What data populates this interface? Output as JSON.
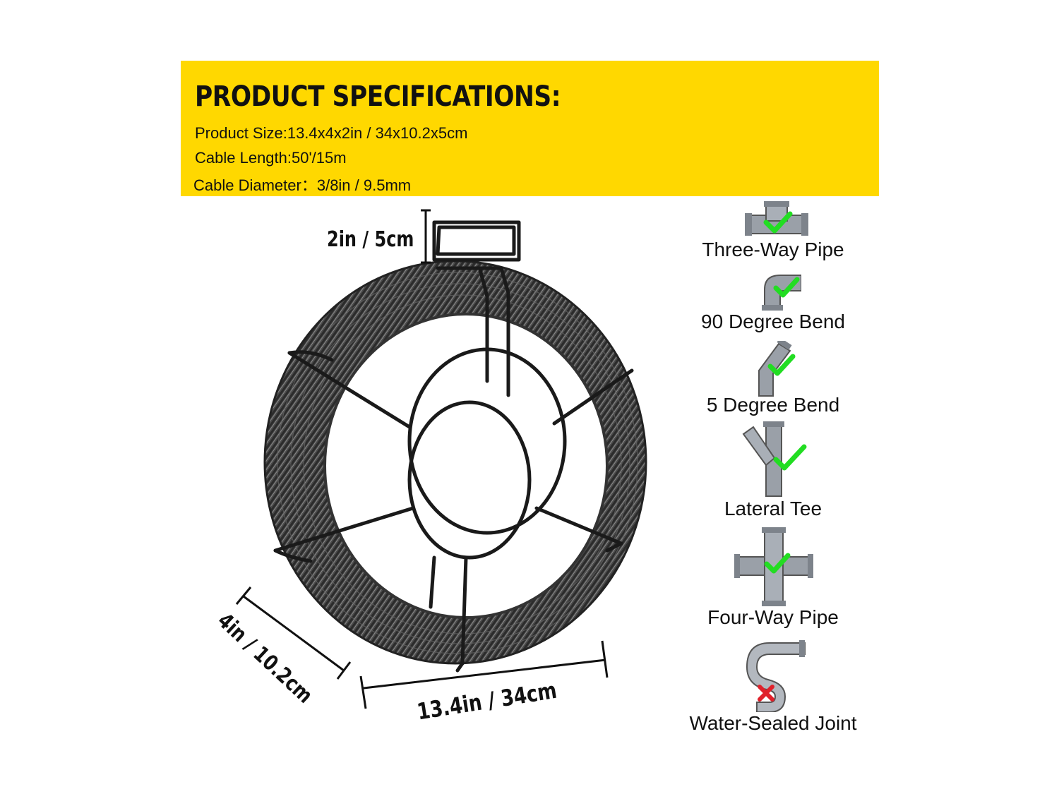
{
  "specs": {
    "title": "PRODUCT SPECIFICATIONS:",
    "product_size": "Product Size:13.4x4x2in / 34x10.2x5cm",
    "cable_length": "Cable Length:50'/15m",
    "cable_diameter": "Cable Diameter：3/8in / 9.5mm"
  },
  "dimensions": {
    "height": "2in / 5cm",
    "width": "13.4in / 34cm",
    "depth": "4in / 10.2cm"
  },
  "fittings": [
    {
      "label": "Three-Way Pipe",
      "compatible": true,
      "icon": "three-way-pipe-icon"
    },
    {
      "label": "90 Degree Bend",
      "compatible": true,
      "icon": "ninety-degree-bend-icon"
    },
    {
      "label": "5 Degree Bend",
      "compatible": true,
      "icon": "five-degree-bend-icon"
    },
    {
      "label": "Lateral Tee",
      "compatible": true,
      "icon": "lateral-tee-icon"
    },
    {
      "label": "Four-Way Pipe",
      "compatible": true,
      "icon": "four-way-pipe-icon"
    },
    {
      "label": "Water-Sealed Joint",
      "compatible": false,
      "icon": "water-sealed-joint-icon"
    }
  ],
  "colors": {
    "banner": "#ffd800",
    "check": "#22dd22",
    "cross": "#e0202a",
    "pipe": "#9aa0a8"
  }
}
